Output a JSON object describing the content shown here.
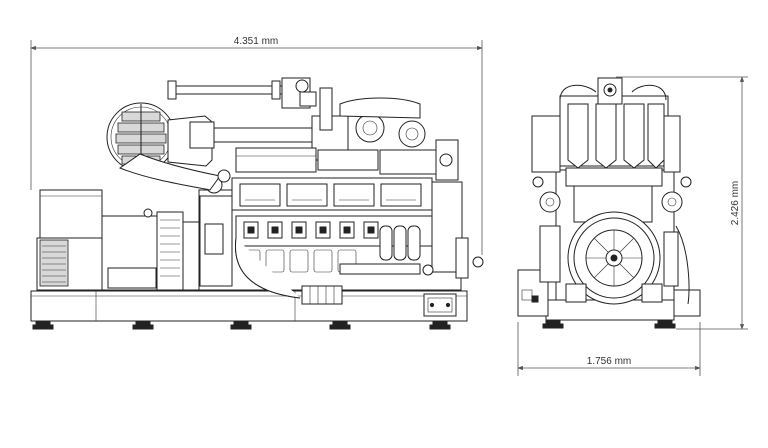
{
  "dimensions": {
    "overall_length": "4.351 mm",
    "overall_height": "2.426 mm",
    "overall_width": "1.756 mm"
  },
  "views": [
    "side-view",
    "end-view"
  ]
}
